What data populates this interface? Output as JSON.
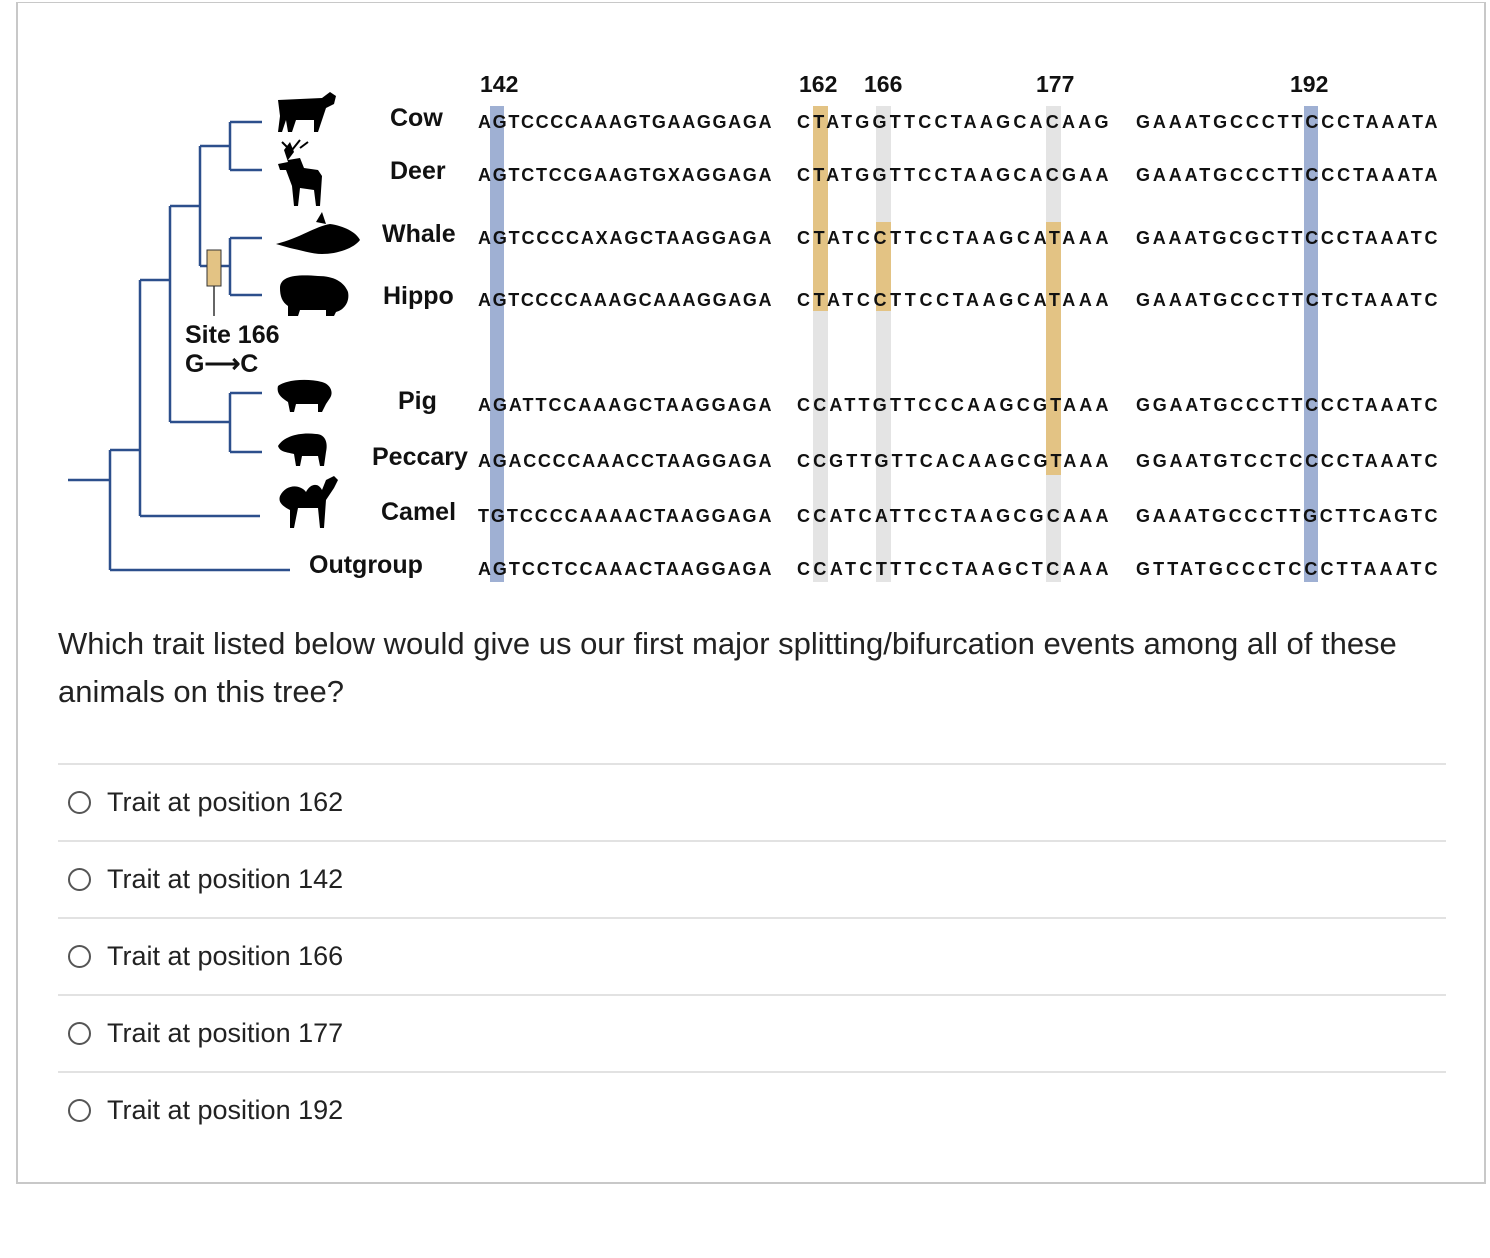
{
  "figure": {
    "positions": [
      "142",
      "162",
      "166",
      "177",
      "192"
    ],
    "site_label": "Site 166",
    "site_change": "G⟶C",
    "colors": {
      "blue_band": "#9fb0d3",
      "gold_band": "#e3c384",
      "grey_band": "#e4e4e4",
      "tree": "#2c4f8c"
    },
    "rows": [
      {
        "name": "Cow",
        "icon": "cow-icon",
        "seq1": "AGTCCCCAAAGTGAAGGAGA",
        "seq2": "CTATGGTTCCTAAGCACAAG",
        "seq3": "GAAATGCCCTTCCCTAAATA"
      },
      {
        "name": "Deer",
        "icon": "deer-icon",
        "seq1": "AGTCTCCGAAGTGXAGGAGA",
        "seq2": "CTATGGTTCCTAAGCACGAA",
        "seq3": "GAAATGCCCTTCCCTAAATA"
      },
      {
        "name": "Whale",
        "icon": "whale-icon",
        "seq1": "AGTCCCCAXAGCTAAGGAGA",
        "seq2": "CTATCCTTCCTAAGCATAAA",
        "seq3": "GAAATGCGCTTCCCTAAATC"
      },
      {
        "name": "Hippo",
        "icon": "hippo-icon",
        "seq1": "AGTCCCCAAAGCAAAGGAGA",
        "seq2": "CTATCCTTCCTAAGCATAAA",
        "seq3": "GAAATGCCCTTCTCTAAATC"
      },
      {
        "name": "Pig",
        "icon": "pig-icon",
        "seq1": "AGATTCCAAAGCTAAGGAGA",
        "seq2": "CCATTGTTCCCAAGCGTAAA",
        "seq3": "GGAATGCCCTTCCCTAAATC"
      },
      {
        "name": "Peccary",
        "icon": "peccary-icon",
        "seq1": "AGACCCCAAACCTAAGGAGA",
        "seq2": "CCGTTGTTCACAAGCGTAAA",
        "seq3": "GGAATGTCCTCCCCTAAATC"
      },
      {
        "name": "Camel",
        "icon": "camel-icon",
        "seq1": "TGTCCCCAAAACTAAGGAGA",
        "seq2": "CCATCATTCCTAAGCGCAAA",
        "seq3": "GAAATGCCCTTGCTTCAGTC"
      },
      {
        "name": "Outgroup",
        "icon": "",
        "seq1": "AGTCCTCCAAACTAAGGAGA",
        "seq2": "CCATCTTTCCTAAGCTCAAA",
        "seq3": "GTTATGCCCTCCCTTAAATC"
      }
    ]
  },
  "question": {
    "text": "Which trait listed below would give us our first major splitting/bifurcation events among all of these animals on this tree?"
  },
  "options": [
    {
      "label": "Trait at position 162"
    },
    {
      "label": "Trait at position 142"
    },
    {
      "label": "Trait at position 166"
    },
    {
      "label": "Trait at position 177"
    },
    {
      "label": "Trait at position 192"
    }
  ]
}
